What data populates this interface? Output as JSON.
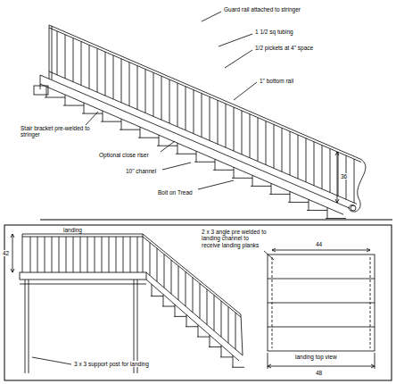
{
  "diagram": {
    "labels": [
      "Guard rail attached to stringer",
      "1 1/2 sq tubing",
      "1/2 pickets at 4\" space",
      "1\" bottom rail",
      "36",
      "Stair bracket pre-welded to stringer",
      "Optional close riser",
      "10\" channel",
      "Bolt on Tread",
      "landing",
      "2 x 3 angle pre welded to landing channel to receive landing planks",
      "42",
      "44",
      "landing top view",
      "48",
      "3 x 3 support post for landing"
    ]
  }
}
